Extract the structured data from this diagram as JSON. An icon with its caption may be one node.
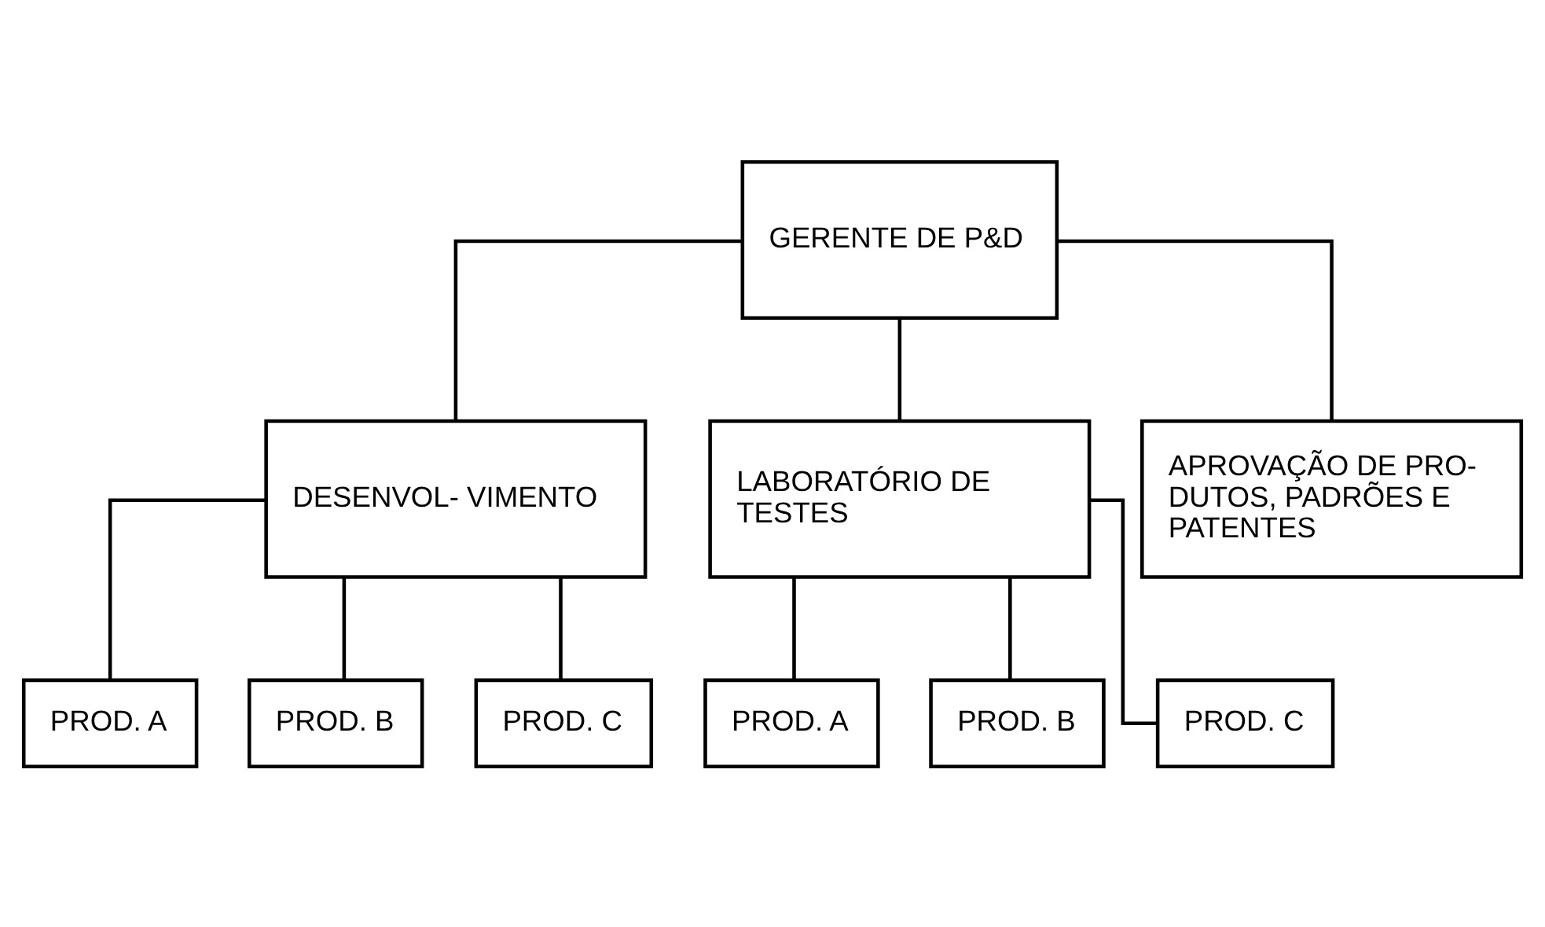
{
  "diagram": {
    "nodes": [
      {
        "text": [
          "GERENTE DE P&D"
        ]
      },
      {
        "text": [
          "DESENVOL- VIMENTO"
        ]
      },
      {
        "text": [
          "LABORATÓRIO DE TESTES"
        ]
      },
      {
        "text": [
          "APROVAÇÃO DE PRO- DUTOS, PADRÕES E PATENTES"
        ]
      },
      {
        "text": [
          "PROD. A"
        ]
      },
      {
        "text": [
          "PROD. B"
        ]
      },
      {
        "text": [
          "PROD. C"
        ]
      },
      {
        "text": [
          "PROD. A"
        ]
      },
      {
        "text": [
          "PROD. B"
        ]
      },
      {
        "text": [
          "PROD. C"
        ]
      }
    ],
    "edges": [
      {
        "from": 0,
        "to": 1,
        "arrow": "none"
      },
      {
        "from": 0,
        "to": 2,
        "arrow": "none"
      },
      {
        "from": 0,
        "to": 3,
        "arrow": "none"
      },
      {
        "from": 1,
        "to": 4,
        "arrow": "none"
      },
      {
        "from": 1,
        "to": 5,
        "arrow": "none"
      },
      {
        "from": 1,
        "to": 6,
        "arrow": "none"
      },
      {
        "from": 2,
        "to": 7,
        "arrow": "none"
      },
      {
        "from": 2,
        "to": 8,
        "arrow": "none"
      },
      {
        "from": 2,
        "to": 9,
        "arrow": "none"
      }
    ]
  }
}
